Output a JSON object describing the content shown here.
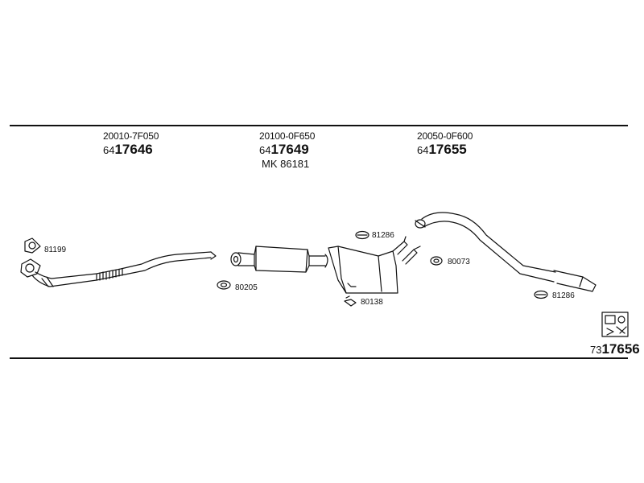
{
  "sections": [
    {
      "oem": "20010-7F050",
      "prefix": "64",
      "number": "17646"
    },
    {
      "oem": "20100-0F650",
      "prefix": "64",
      "number": "17649",
      "mk": "MK 86181"
    },
    {
      "oem": "20050-0F600",
      "prefix": "64",
      "number": "17655"
    }
  ],
  "parts": {
    "gasket_81199": "81199",
    "gasket_80205": "80205",
    "clamp_80138": "80138",
    "hanger_81286_a": "81286",
    "gasket_80073": "80073",
    "hanger_81286_b": "81286"
  },
  "kit": {
    "prefix": "73",
    "number": "17656"
  },
  "icons": {
    "kit_icon": "mounting-kit-box-icon"
  }
}
